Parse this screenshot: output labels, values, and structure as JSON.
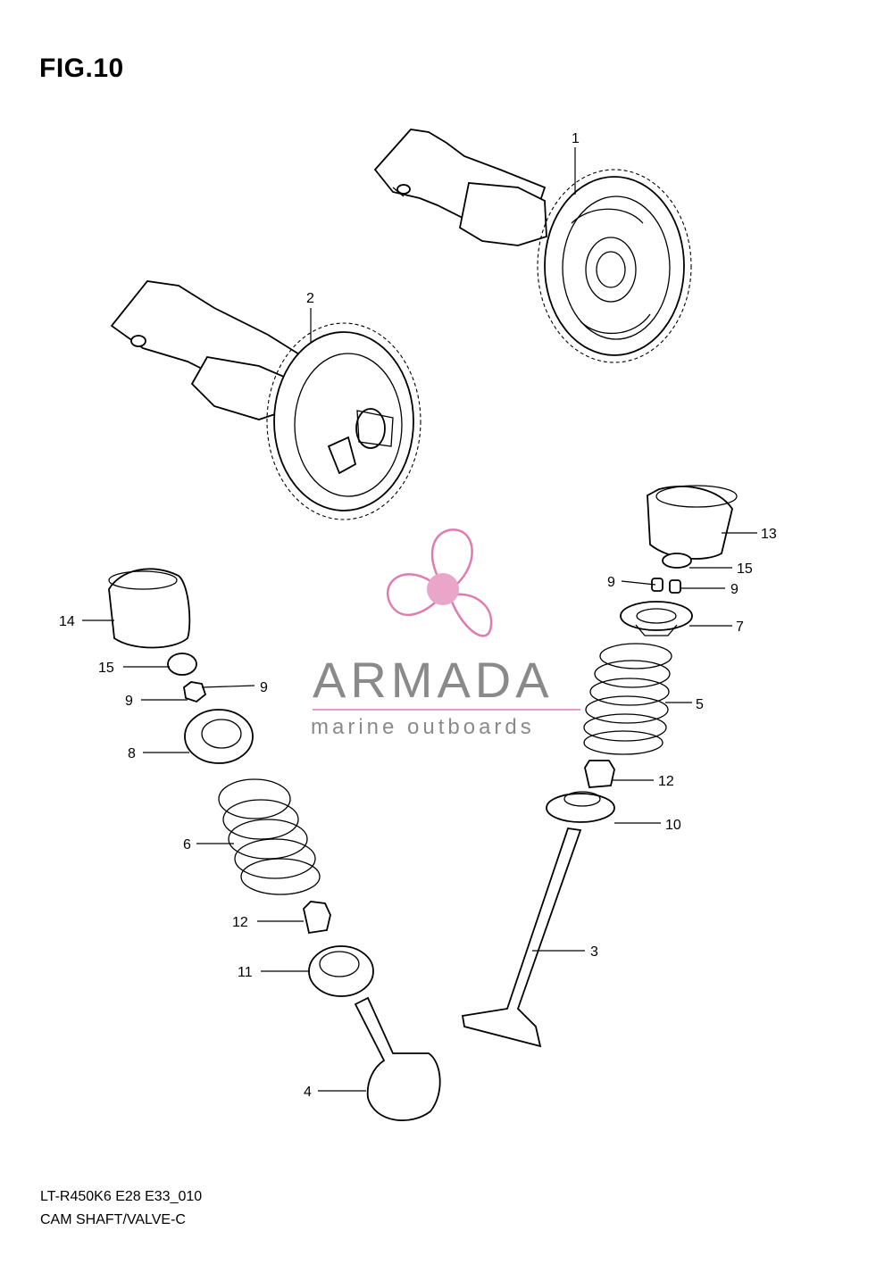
{
  "figure_title": "FIG.10",
  "footer": {
    "model_code": "LT-R450K6 E28 E33_010",
    "section_name": "CAM SHAFT/VALVE-C"
  },
  "watermark": {
    "brand": "ARMADA",
    "tagline": "marine outboards",
    "logo_color": "#e07bb0",
    "hub_color": "#e9a6c8"
  },
  "callouts": {
    "c1": "1",
    "c2": "2",
    "c3": "3",
    "c4": "4",
    "c5": "5",
    "c6": "6",
    "c7": "7",
    "c8": "8",
    "c9a": "9",
    "c9b": "9",
    "c9c": "9",
    "c9d": "9",
    "c10": "10",
    "c11": "11",
    "c12a": "12",
    "c12b": "12",
    "c13": "13",
    "c14": "14",
    "c15a": "15",
    "c15b": "15"
  }
}
